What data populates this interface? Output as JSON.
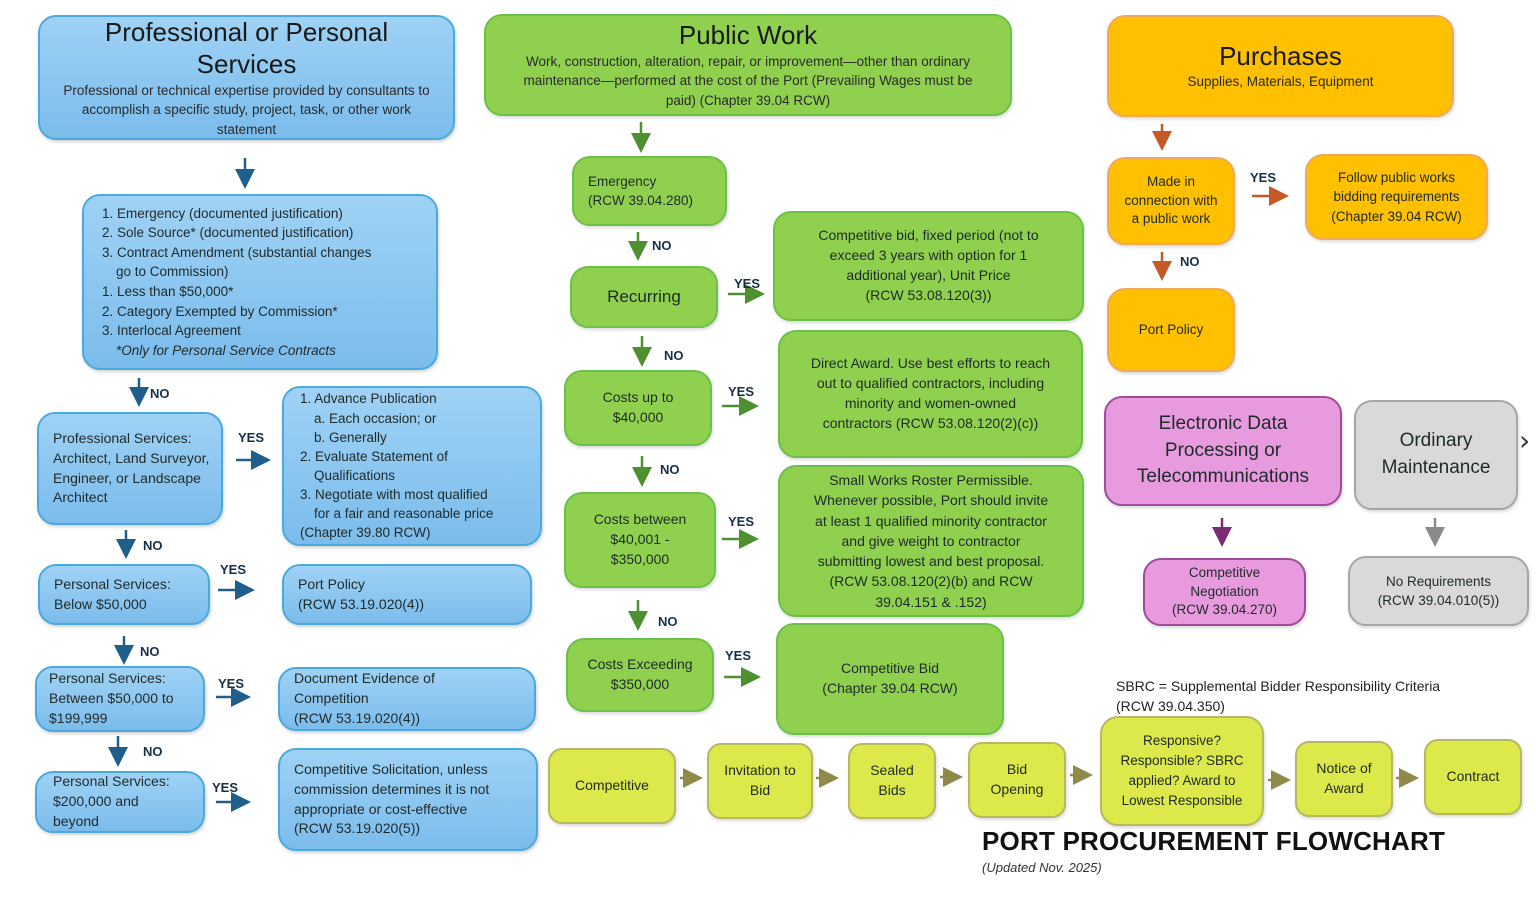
{
  "title": "PORT PROCUREMENT FLOWCHART",
  "updated": "(Updated Nov. 2025)",
  "colors": {
    "professional": "#7bbcec",
    "public_work": "#8fd14f",
    "purchases": "#ffc000",
    "edp": "#e89ade",
    "maintenance": "#d9d9d9",
    "bid_process": "#dde84a"
  },
  "labels": {
    "yes": "YES",
    "no": "NO"
  },
  "professional": {
    "title": "Professional or Personal Services",
    "description": "Professional or technical expertise provided by consultants to accomplish a specific study, project, task, or other work statement",
    "exemptions": [
      "1. Emergency (documented justification)",
      "2. Sole Source* (documented justification)",
      "3. Contract Amendment (substantial changes",
      "go to Commission)",
      "1. Less than $50,000*",
      "2. Category Exempted by Commission*",
      "3. Interlocal Agreement"
    ],
    "exemptions_note": "*Only for Personal Service Contracts",
    "steps": [
      {
        "condition": "Professional Services: Architect, Land Surveyor, Engineer, or Landscape Architect",
        "outcome_lines": [
          "1. Advance Publication",
          "a. Each occasion; or",
          "b. Generally",
          "2. Evaluate Statement of",
          "Qualifications",
          "3. Negotiate with most qualified",
          "for a fair and reasonable price",
          "(Chapter 39.80 RCW)"
        ]
      },
      {
        "condition": "Personal Services: Below $50,000",
        "outcome_lines": [
          "Port Policy",
          "(RCW 53.19.020(4))"
        ]
      },
      {
        "condition": "Personal Services: Between $50,000 to $199,999",
        "outcome_lines": [
          "Document Evidence of",
          "Competition",
          "(RCW 53.19.020(4))"
        ]
      },
      {
        "condition": "Personal Services: $200,000 and beyond",
        "outcome_lines": [
          "Competitive Solicitation, unless",
          "commission determines it is not",
          "appropriate or cost-effective",
          "(RCW 53.19.020(5))"
        ]
      }
    ]
  },
  "public_work": {
    "title": "Public Work",
    "description": "Work, construction, alteration, repair, or improvement—other than ordinary maintenance—performed at the cost of the Port (Prevailing Wages must be paid) (Chapter 39.04 RCW)",
    "emergency": [
      "Emergency",
      "(RCW 39.04.280)"
    ],
    "steps": [
      {
        "condition": "Recurring",
        "outcome_lines": [
          "Competitive bid, fixed period (not to",
          "exceed 3 years with option for 1",
          "additional year), Unit Price",
          "(RCW 53.08.120(3))"
        ]
      },
      {
        "condition": "Costs up to $40,000",
        "outcome_lines": [
          "Direct Award. Use best efforts to reach",
          "out to qualified contractors, including",
          "minority and women-owned",
          "contractors (RCW 53.08.120(2)(c))"
        ]
      },
      {
        "condition": "Costs between $40,001 - $350,000",
        "outcome_lines": [
          "Small Works Roster Permissible.",
          "Whenever possible, Port should invite",
          "at least 1 qualified minority contractor",
          "and give weight to contractor",
          "submitting lowest and best proposal.",
          "(RCW 53.08.120(2)(b) and RCW",
          "39.04.151 & .152)"
        ]
      },
      {
        "condition": "Costs Exceeding $350,000",
        "outcome_lines": [
          "Competitive Bid",
          "(Chapter 39.04 RCW)"
        ]
      }
    ]
  },
  "purchases": {
    "title": "Purchases",
    "description": "Supplies, Materials, Equipment",
    "condition": "Made in connection with a public work",
    "yes_outcome": [
      "Follow public works",
      "bidding requirements",
      "(Chapter 39.04 RCW)"
    ],
    "no_outcome": "Port Policy"
  },
  "edp": {
    "title": "Electronic Data Processing or Telecommunications",
    "outcome": [
      "Competitive",
      "Negotiation",
      "(RCW 39.04.270)"
    ]
  },
  "maintenance": {
    "title": "Ordinary Maintenance",
    "outcome": [
      "No Requirements",
      "(RCW 39.04.010(5))"
    ]
  },
  "sbrc_note": [
    "SBRC = Supplemental Bidder Responsibility Criteria",
    "(RCW 39.04.350)"
  ],
  "bid_process": [
    "Competitive",
    "Invitation to Bid",
    "Sealed Bids",
    "Bid Opening",
    "Responsive? Responsible? SBRC applied? Award to Lowest Responsible",
    "Notice of Award",
    "Contract"
  ],
  "nav": {
    "next_icon": "›"
  }
}
